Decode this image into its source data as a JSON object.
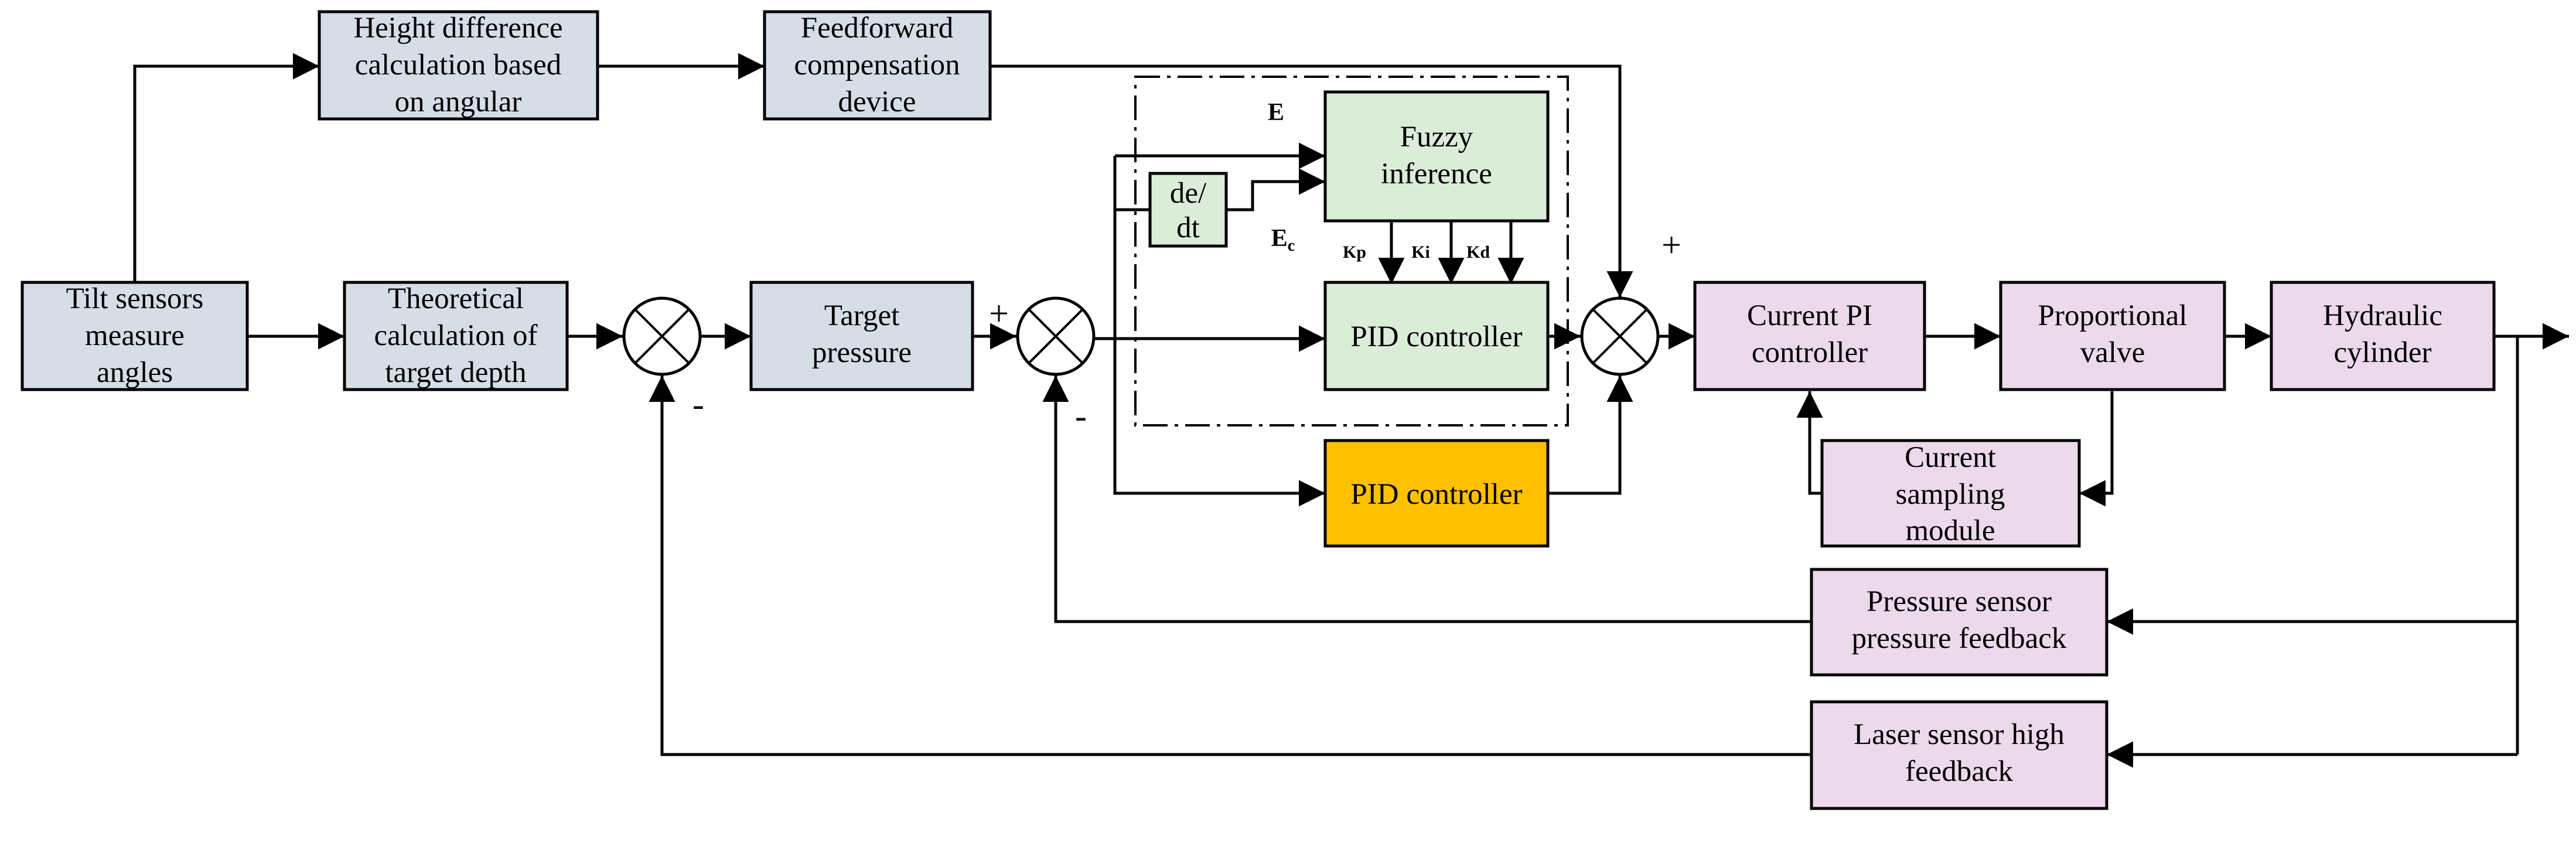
{
  "blocks": {
    "height_diff": [
      "Height difference",
      "calculation based",
      "on angular"
    ],
    "feedforward": [
      "Feedforward",
      "compensation",
      "device"
    ],
    "tilt": [
      "Tilt sensors",
      "measure",
      "angles"
    ],
    "theoretical": [
      "Theoretical",
      "calculation of",
      "target depth"
    ],
    "target_pressure": [
      "Target",
      "pressure"
    ],
    "fuzzy": [
      "Fuzzy",
      "inference"
    ],
    "dedt": [
      "de/",
      "dt"
    ],
    "pid_fuzzy": [
      "PID controller"
    ],
    "pid_plain": [
      "PID controller"
    ],
    "current_pi": [
      "Current PI",
      "controller"
    ],
    "prop_valve": [
      "Proportional",
      "valve"
    ],
    "hydraulic": [
      "Hydraulic",
      "cylinder"
    ],
    "current_sampling": [
      "Current",
      "sampling",
      "module"
    ],
    "pressure_sensor": [
      "Pressure sensor",
      "pressure feedback"
    ],
    "laser_sensor": [
      "Laser sensor high",
      "feedback"
    ]
  },
  "labels": {
    "E": "E",
    "Ec_main": "E",
    "Ec_sub": "c",
    "Kp": "Kp",
    "Ki": "Ki",
    "Kd": "Kd"
  },
  "signs": {
    "s1_minus": "-",
    "s2_plus": "+",
    "s2_minus": "-",
    "s3_plus": "+"
  },
  "colors": {
    "input_block": "#d6dde7",
    "plant_block": "#ecd9ec",
    "fuzzy_pid_block": "#dbedd9",
    "pid_block": "#ffc000"
  }
}
